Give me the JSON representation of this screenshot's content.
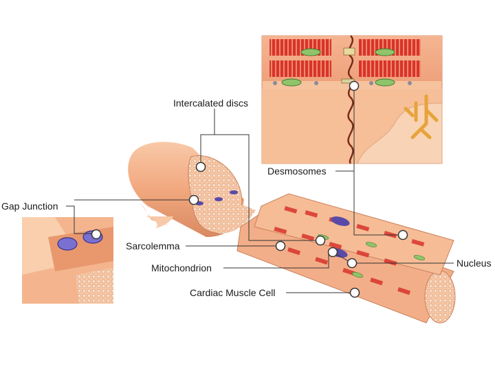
{
  "labels": {
    "intercalated_discs": "Intercalated discs",
    "desmosomes": "Desmosomes",
    "gap_junction": "Gap Junction",
    "sarcolemma": "Sarcolemma",
    "mitochondrion": "Mitochondrion",
    "cardiac_muscle_cell": "Cardiac Muscle Cell",
    "nucleus": "Nucleus"
  },
  "colors": {
    "cell_fill": "#f4b58e",
    "cell_light": "#fbd9c0",
    "cell_edge": "#c9805a",
    "myofibril_red": "#d8342c",
    "mito_green": "#5a9a3c",
    "nucleus_purple": "#5a4aa8",
    "gap_purple": "#7a70d0",
    "desmosome_line": "#7a2a1a",
    "leader": "#333333",
    "marker_fill": "#ffffff"
  }
}
